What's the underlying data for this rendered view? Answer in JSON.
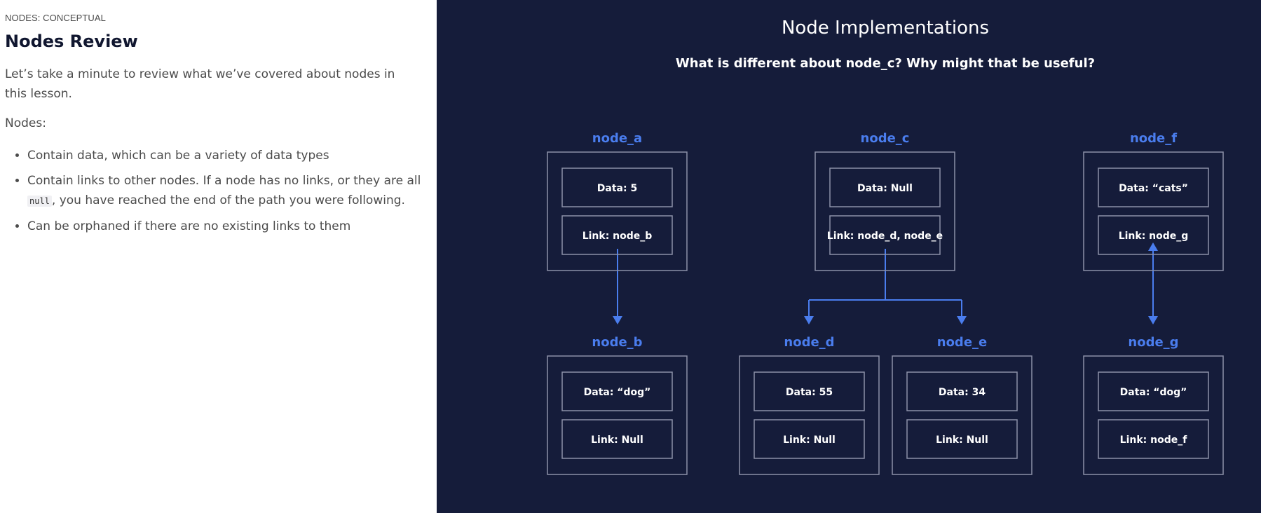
{
  "lesson": {
    "eyebrow": "NODES: CONCEPTUAL",
    "title": "Nodes Review",
    "intro": "Let’s take a minute to review what we’ve covered about nodes in this lesson.",
    "nodes_label": "Nodes:",
    "bullets": [
      {
        "text": "Contain data, which can be a variety of data types"
      },
      {
        "pre": "Contain links to other nodes. If a node has no links, or they are all ",
        "code": "null",
        "post": ", you have reached the end of the path you were following."
      },
      {
        "text": "Can be orphaned if there are no existing links to them"
      }
    ]
  },
  "diagram": {
    "title": "Node Implementations",
    "question": "What is different about node_c? Why might that be useful?",
    "colors": {
      "background": "#151c3a",
      "label": "#4a7dee",
      "box_border": "#8b90a8",
      "text": "#ffffff",
      "arrow": "#4a7dee"
    },
    "nodes": [
      {
        "id": "node_a",
        "data": "Data: 5",
        "link": "Link: node_b"
      },
      {
        "id": "node_b",
        "data": "Data: “dog”",
        "link": "Link: Null"
      },
      {
        "id": "node_c",
        "data": "Data: Null",
        "link": "Link: node_d, node_e"
      },
      {
        "id": "node_d",
        "data": "Data: 55",
        "link": "Link: Null"
      },
      {
        "id": "node_e",
        "data": "Data: 34",
        "link": "Link: Null"
      },
      {
        "id": "node_f",
        "data": "Data: “cats”",
        "link": "Link: node_g"
      },
      {
        "id": "node_g",
        "data": "Data: “dog”",
        "link": "Link: node_f"
      }
    ]
  }
}
